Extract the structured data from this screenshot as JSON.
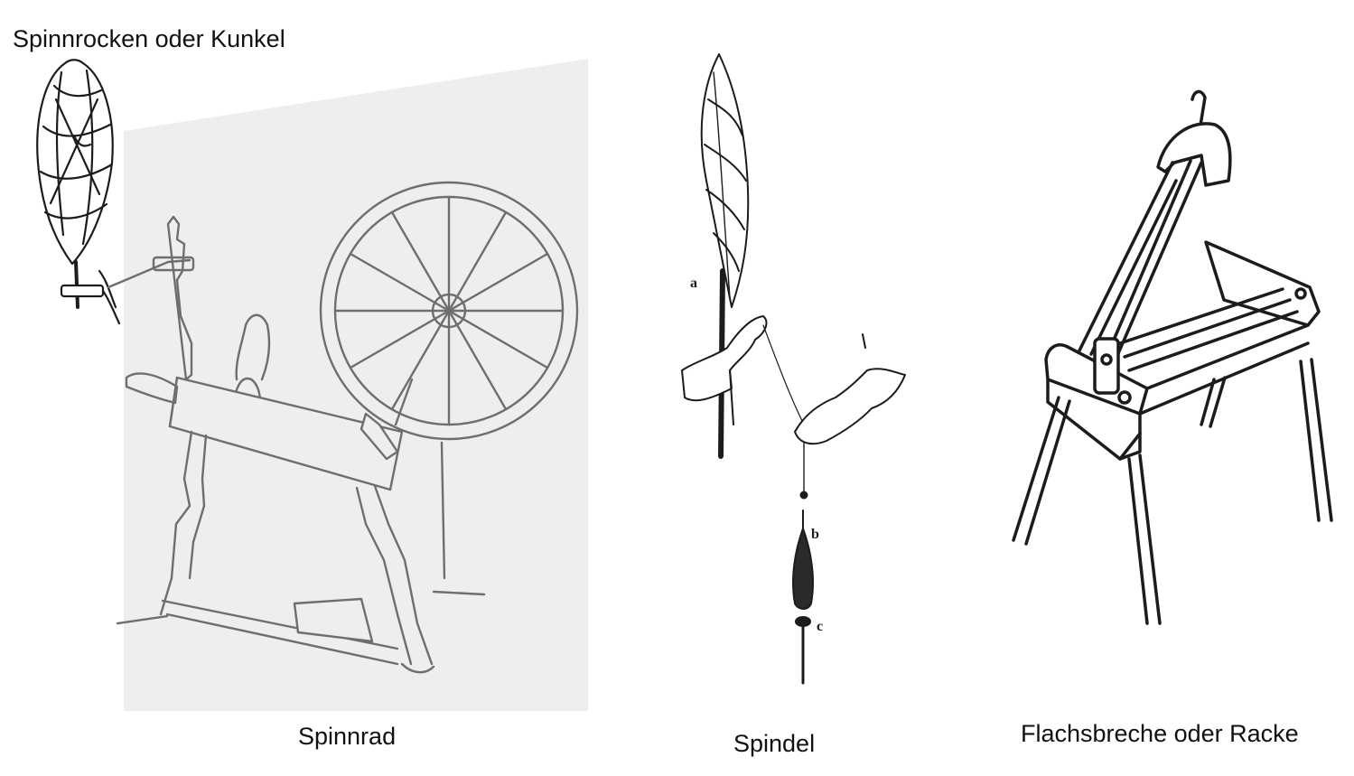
{
  "labels": {
    "distaff": "Spinnrocken oder Kunkel",
    "spinning_wheel": "Spinnrad",
    "spindle": "Spindel",
    "flax_break": "Flachsbreche oder Racke"
  },
  "spindle_letters": {
    "a": "a",
    "b": "b",
    "c": "c"
  },
  "colors": {
    "background": "#ffffff",
    "panel_gray": "#eeeeee",
    "ink": "#1c1c1c",
    "faded_ink": "#6e6e6e"
  }
}
